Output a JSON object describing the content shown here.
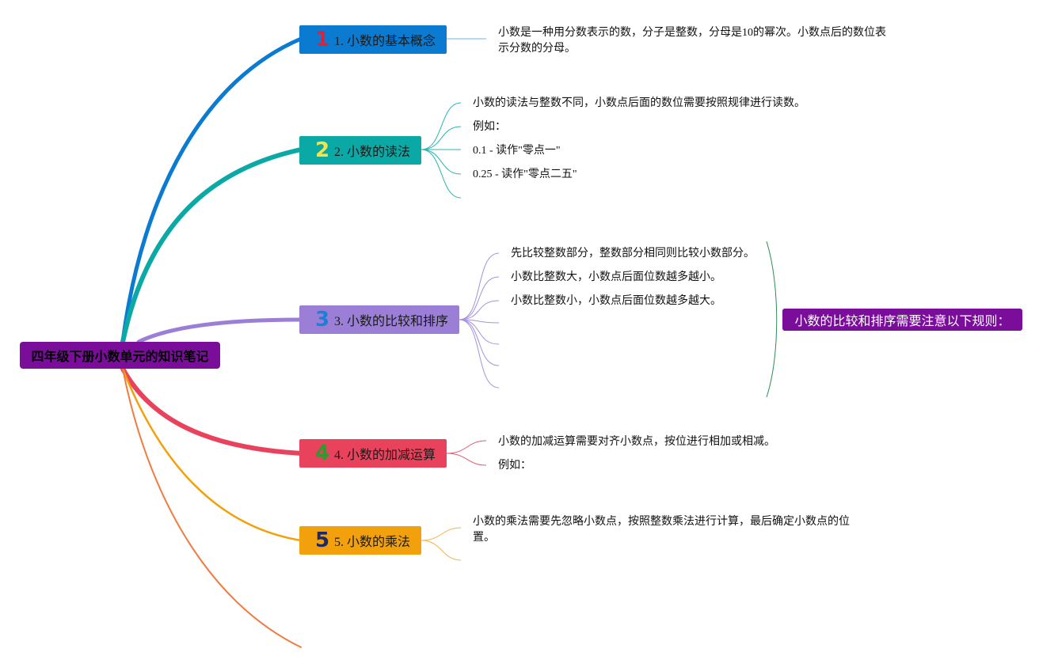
{
  "colors": {
    "root": "#7a0e9b",
    "topic1": "#0a7bd0",
    "topic2": "#0aa9a6",
    "topic3": "#9b7fd6",
    "topic4": "#e8425c",
    "topic5": "#f2a10c",
    "branch6": "#ef7b42",
    "bracket": "#2e8b57"
  },
  "root": {
    "label": "四年级下册小数单元的知识笔记"
  },
  "topics": [
    {
      "num": "1",
      "label": "1. 小数的基本概念",
      "num_color": "#e02037",
      "leaves": [
        "小数是一种用分数表示的数，分子是整数，分母是10的幂次。小数点后的数位表示分数的分母。"
      ]
    },
    {
      "num": "2",
      "label": "2. 小数的读法",
      "num_color": "#f2e44a",
      "leaves": [
        "小数的读法与整数不同，小数点后面的数位需要按照规律进行读数。",
        "例如：",
        "0.1 - 读作\"零点一\"",
        "0.25 - 读作\"零点二五\""
      ]
    },
    {
      "num": "3",
      "label": "3. 小数的比较和排序",
      "num_color": "#1f7fd6",
      "leaves": [
        "先比较整数部分，整数部分相同则比较小数部分。",
        "小数比整数大，小数点后面位数越多越小。",
        "小数比整数小，小数点后面位数越多越大。"
      ]
    },
    {
      "num": "4",
      "label": "4. 小数的加减运算",
      "num_color": "#2f9a2f",
      "leaves": [
        "小数的加减运算需要对齐小数点，按位进行相加或相减。",
        "例如："
      ]
    },
    {
      "num": "5",
      "label": "5. 小数的乘法",
      "num_color": "#1c2a6b",
      "leaves": [
        "小数的乘法需要先忽略小数点，按照整数乘法进行计算，最后确定小数点的位置。"
      ]
    }
  ],
  "callout": {
    "label": "小数的比较和排序需要注意以下规则："
  }
}
